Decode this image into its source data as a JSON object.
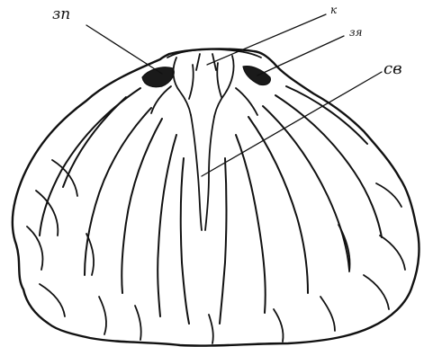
{
  "diagram": {
    "labels": {
      "zp": "зп",
      "k": "к",
      "zya": "зя",
      "sv": "св"
    }
  },
  "colors": {
    "ink": "#111111",
    "background": "#ffffff"
  }
}
